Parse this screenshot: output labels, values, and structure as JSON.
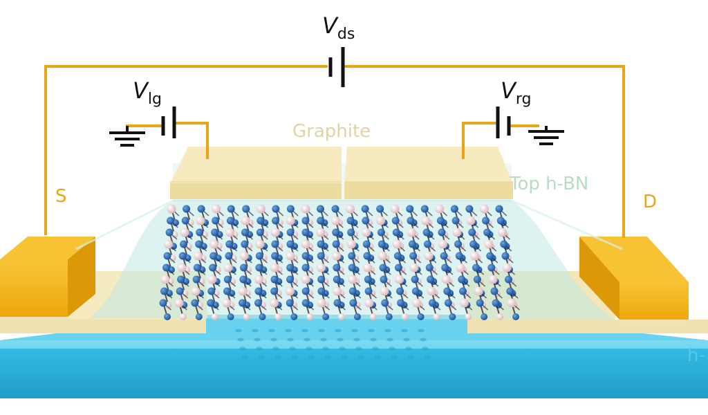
{
  "labels": {
    "vds": {
      "symbol": "V",
      "sub": "ds"
    },
    "vlg": {
      "symbol": "V",
      "sub": "lg"
    },
    "vrg": {
      "symbol": "V",
      "sub": "rg"
    },
    "graphite": "Graphite",
    "top_hbn": "Top h-BN",
    "source": "S",
    "drain": "D",
    "bottom_hbn": "h-"
  },
  "colors": {
    "wire": "#e8a614",
    "gold": "#f0aa0a",
    "graphite": "#f2e6ae",
    "hbn_bottom": "#3cc6ea",
    "atom_dark": "#1d68b6",
    "atom_light": "#e6c8cc",
    "label_graphite": "#e0d3a6",
    "label_hbn": "#b9dcc4",
    "label_sd": "#e8a614",
    "label_bottom": "#55c8e8"
  },
  "icons": [
    "battery-icon",
    "ground-icon"
  ]
}
